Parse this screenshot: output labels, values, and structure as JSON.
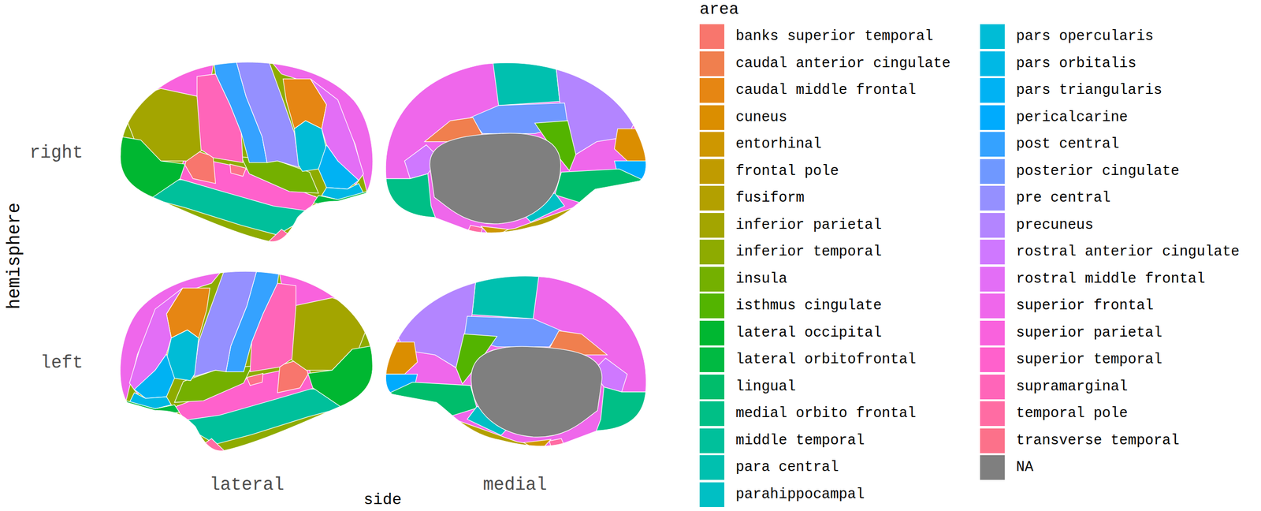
{
  "diagram": {
    "labels": [
      "area",
      "right",
      "left",
      "hemisphere",
      "lateral",
      "medial",
      "side"
    ],
    "legend": [
      {
        "text": "banks superior temporal",
        "color": "#F8766D"
      },
      {
        "text": "caudal anterior cingulate",
        "color": "#F07F4E"
      },
      {
        "text": "caudal middle frontal",
        "color": "#E68613"
      },
      {
        "text": "cuneus",
        "color": "#DB8E00"
      },
      {
        "text": "entorhinal",
        "color": "#CE9700"
      },
      {
        "text": "frontal pole",
        "color": "#C09B00"
      },
      {
        "text": "fusiform",
        "color": "#B3A000"
      },
      {
        "text": "inferior parietal",
        "color": "#A3A500"
      },
      {
        "text": "inferior temporal",
        "color": "#8EAB00"
      },
      {
        "text": "insula",
        "color": "#74B000"
      },
      {
        "text": "isthmus cingulate",
        "color": "#53B400"
      },
      {
        "text": "lateral occipital",
        "color": "#00B731"
      },
      {
        "text": "lateral orbitofrontal",
        "color": "#00BA42"
      },
      {
        "text": "lingual",
        "color": "#00BD6B"
      },
      {
        "text": "medial orbito frontal",
        "color": "#00BF86"
      },
      {
        "text": "middle temporal",
        "color": "#00C09B"
      },
      {
        "text": "para central",
        "color": "#00C0AF"
      },
      {
        "text": "parahippocampal",
        "color": "#00BFC4"
      },
      {
        "text": "pars opercularis",
        "color": "#00BCD6"
      },
      {
        "text": "pars orbitalis",
        "color": "#00B8E5"
      },
      {
        "text": "pars triangularis",
        "color": "#00B2F3"
      },
      {
        "text": "pericalcarine",
        "color": "#00ABFD"
      },
      {
        "text": "post central",
        "color": "#35A2FF"
      },
      {
        "text": "posterior cingulate",
        "color": "#6F98FF"
      },
      {
        "text": "pre central",
        "color": "#9590FF"
      },
      {
        "text": "precuneus",
        "color": "#B385FF"
      },
      {
        "text": "rostral anterior cingulate",
        "color": "#CF78FF"
      },
      {
        "text": "rostral middle frontal",
        "color": "#E36EF6"
      },
      {
        "text": "superior frontal",
        "color": "#EF67EB"
      },
      {
        "text": "superior parietal",
        "color": "#F962DD"
      },
      {
        "text": "superior temporal",
        "color": "#FF61CC"
      },
      {
        "text": "supramarginal",
        "color": "#FF65B9"
      },
      {
        "text": "temporal pole",
        "color": "#FF6CA3"
      },
      {
        "text": "transverse temporal",
        "color": "#FC718A"
      },
      {
        "text": "NA",
        "color": "#7F7F7F"
      }
    ]
  }
}
